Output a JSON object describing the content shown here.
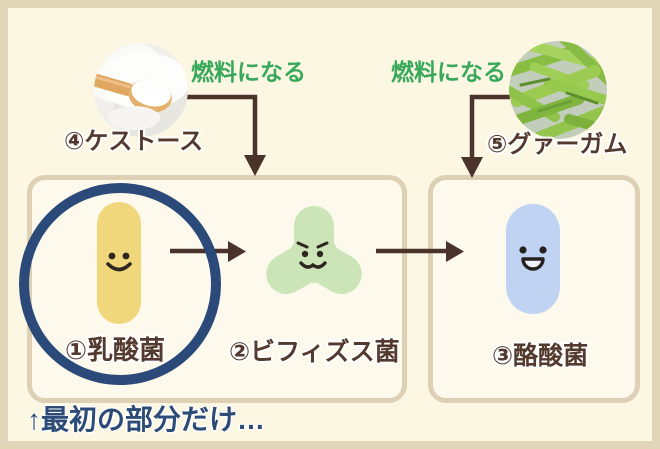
{
  "canvas": {
    "background_color": "#fcf7e3",
    "frame_color": "#e2d6b8",
    "box_border_color": "#ddd0b4",
    "arrow_color": "#4a332a",
    "label_color": "#53392e"
  },
  "fuel_labels": {
    "left": "燃料になる",
    "right": "燃料になる",
    "color": "#38a95b"
  },
  "sources": {
    "kestose": {
      "label": "④ケストース",
      "photo": "spoon-of-white-powder-photo"
    },
    "guar_gum": {
      "label": "⑤グァーガム",
      "photo": "green-beans-photo"
    }
  },
  "bacteria": {
    "lactic": {
      "label": "①乳酸菌",
      "body_color": "#f1d77c",
      "shape": "capsule-smile"
    },
    "bifidus": {
      "label": "②ビフィズス菌",
      "body_color": "#cce5b8",
      "shape": "tri-lobe-smirk"
    },
    "butyric": {
      "label": "③酪酸菌",
      "body_color": "#c1d3f3",
      "shape": "capsule-open-smile"
    }
  },
  "highlight_ring": {
    "color": "#2b4a7a"
  },
  "bottom_note": {
    "text": "↑最初の部分だけ…",
    "color": "#2d4b77"
  }
}
